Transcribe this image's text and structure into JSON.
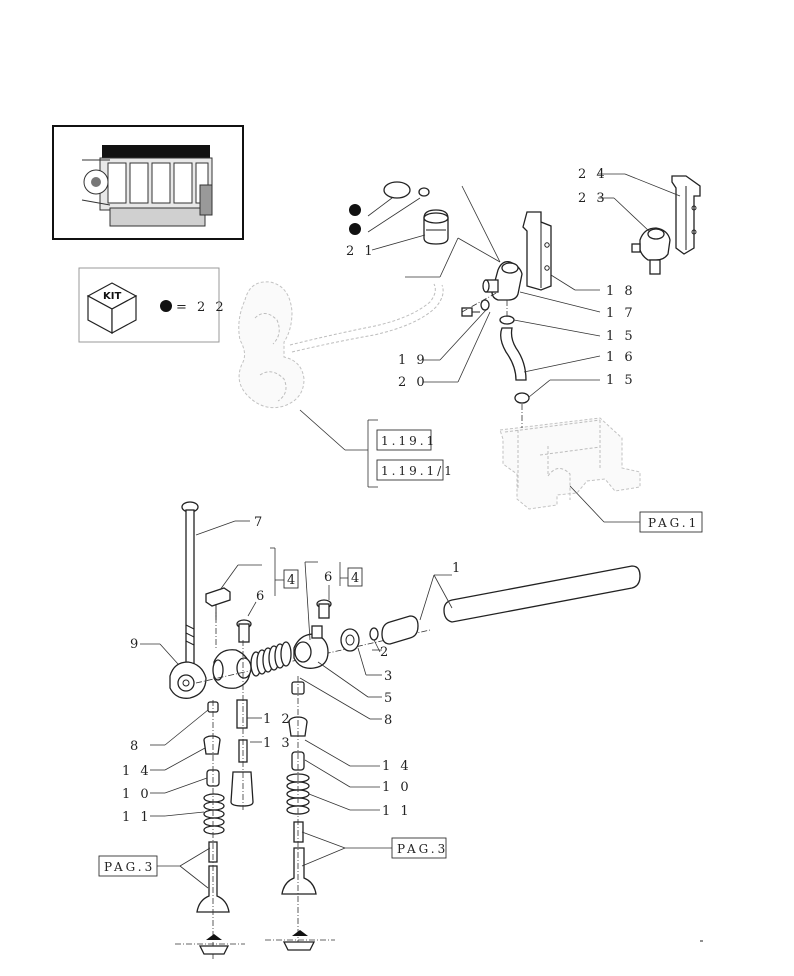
{
  "kit": {
    "label": "KIT",
    "equation": "= 2 2"
  },
  "callouts": [
    {
      "id": "c1",
      "text": "1"
    },
    {
      "id": "c2",
      "text": "2"
    },
    {
      "id": "c3",
      "text": "3"
    },
    {
      "id": "c4a",
      "text": "4"
    },
    {
      "id": "c4b",
      "text": "4"
    },
    {
      "id": "c5",
      "text": "5"
    },
    {
      "id": "c6a",
      "text": "6"
    },
    {
      "id": "c6b",
      "text": "6"
    },
    {
      "id": "c7",
      "text": "7"
    },
    {
      "id": "c8a",
      "text": "8"
    },
    {
      "id": "c8b",
      "text": "8"
    },
    {
      "id": "c9",
      "text": "9"
    },
    {
      "id": "c10a",
      "text": "1 0"
    },
    {
      "id": "c10b",
      "text": "1 0"
    },
    {
      "id": "c11a",
      "text": "1 1"
    },
    {
      "id": "c11b",
      "text": "1 1"
    },
    {
      "id": "c12",
      "text": "1 2"
    },
    {
      "id": "c13",
      "text": "1 3"
    },
    {
      "id": "c14a",
      "text": "1 4"
    },
    {
      "id": "c14b",
      "text": "1 4"
    },
    {
      "id": "c15a",
      "text": "1 5"
    },
    {
      "id": "c15b",
      "text": "1 5"
    },
    {
      "id": "c16",
      "text": "1 6"
    },
    {
      "id": "c17",
      "text": "1 7"
    },
    {
      "id": "c18",
      "text": "1 8"
    },
    {
      "id": "c19",
      "text": "1 9"
    },
    {
      "id": "c20",
      "text": "2 0"
    },
    {
      "id": "c21",
      "text": "2 1"
    },
    {
      "id": "c23",
      "text": "2 3"
    },
    {
      "id": "c24",
      "text": "2 4"
    }
  ],
  "references": [
    {
      "id": "r1191",
      "text": "1.19.1"
    },
    {
      "id": "r11911",
      "text": "1.19.1/1"
    },
    {
      "id": "rpag1",
      "text": "PAG.1"
    },
    {
      "id": "rpag3a",
      "text": "PAG.3"
    },
    {
      "id": "rpag3b",
      "text": "PAG.3"
    }
  ],
  "callouts_map": {
    "c1": "1",
    "c2": "2",
    "c3": "3",
    "c4a": "4",
    "c4b": "4",
    "c5": "5",
    "c6a": "6",
    "c6b": "6",
    "c7": "7",
    "c8a": "8",
    "c8b": "8",
    "c9": "9",
    "c10a": "1 0",
    "c10b": "1 0",
    "c11a": "1 1",
    "c11b": "1 1",
    "c12": "1 2",
    "c13": "1 3",
    "c14a": "1 4",
    "c14b": "1 4",
    "c15a": "1 5",
    "c15b": "1 5",
    "c16": "1 6",
    "c17": "1 7",
    "c18": "1 8",
    "c19": "1 9",
    "c20": "2 0",
    "c21": "2 1",
    "c23": "2 3",
    "c24": "2 4"
  },
  "references_map": {
    "r1191": "1.19.1",
    "r11911": "1.19.1/1",
    "rpag1": "PAG.1",
    "rpag3a": "PAG.3",
    "rpag3b": "PAG.3"
  }
}
